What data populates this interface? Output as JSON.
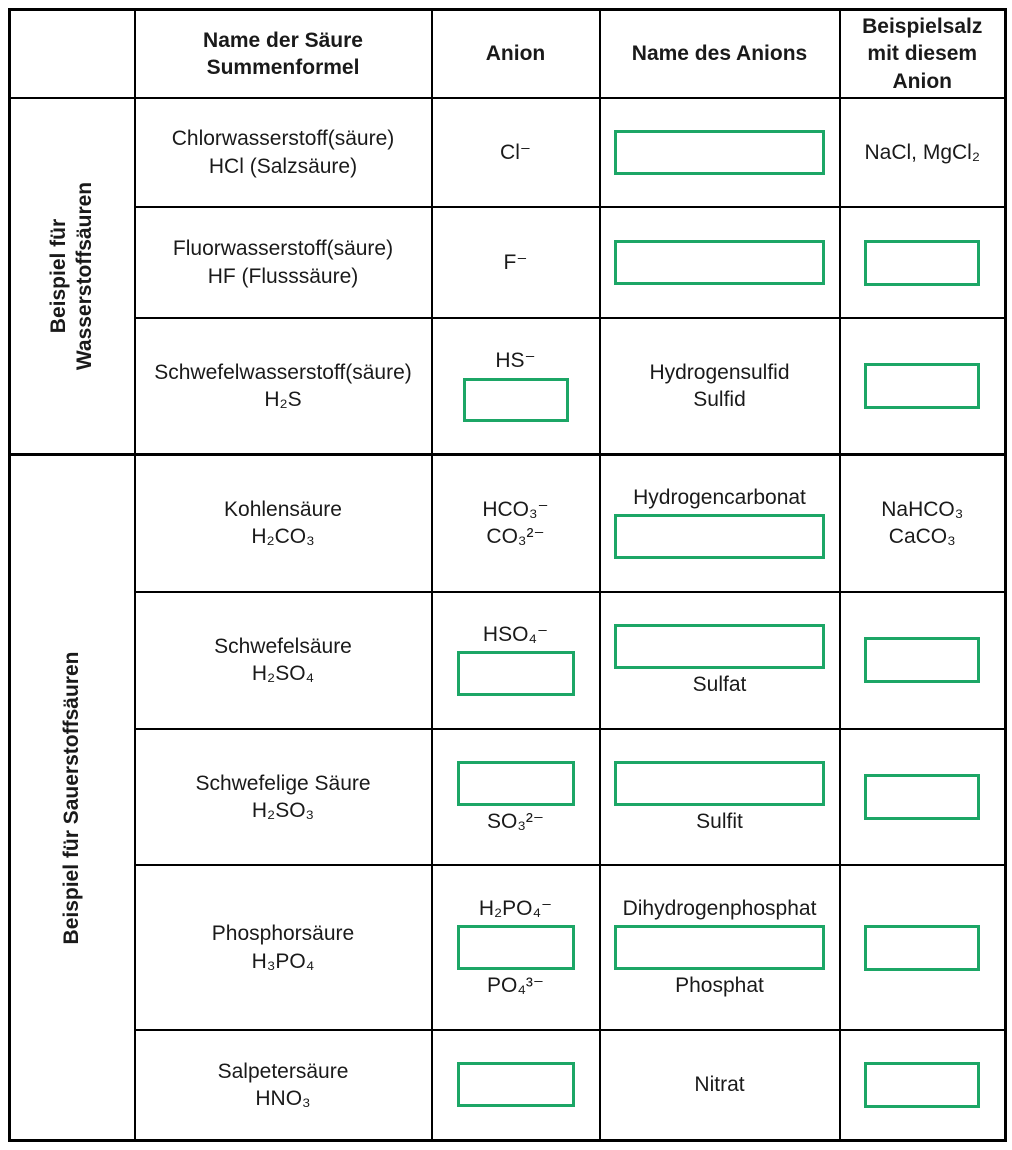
{
  "colors": {
    "box_border": "#1CA666",
    "grid_border": "#000000",
    "text": "#1A1A1A"
  },
  "table": {
    "headers": {
      "acid": "Name der Säure\nSummenformel",
      "anion": "Anion",
      "anion_name": "Name des Anions",
      "salt": "Beispielsalz\nmit diesem\nAnion"
    },
    "groups": [
      {
        "label": "Beispiel für\nWasserstoffsäuren"
      },
      {
        "label": "Beispiel für Sauerstoffsäuren"
      }
    ],
    "rows": [
      {
        "acid": "Chlorwasserstoff(säure)\nHCl (Salzsäure)",
        "anion": "Cl⁻",
        "salt": "NaCl, MgCl₂"
      },
      {
        "acid": "Fluorwasserstoff(säure)\nHF (Flusssäure)",
        "anion": "F⁻"
      },
      {
        "acid": "Schwefelwasserstoff(säure)\nH₂S",
        "anion_top": "HS⁻",
        "anion_name": "Hydrogensulfid\nSulfid"
      },
      {
        "acid": "Kohlensäure\nH₂CO₃",
        "anion": "HCO₃⁻\nCO₃²⁻",
        "name_top": "Hydrogencarbonat",
        "salt": "NaHCO₃\nCaCO₃"
      },
      {
        "acid": "Schwefelsäure\nH₂SO₄",
        "anion_top": "HSO₄⁻",
        "name_bottom": "Sulfat"
      },
      {
        "acid": "Schwefelige Säure\nH₂SO₃",
        "anion_bottom": "SO₃²⁻",
        "name_bottom": "Sulfit"
      },
      {
        "acid": "Phosphorsäure\nH₃PO₄",
        "anion_top": "H₂PO₄⁻",
        "anion_bottom": "PO₄³⁻",
        "name_top": "Dihydrogenphosphat",
        "name_bottom": "Phosphat"
      },
      {
        "acid": "Salpetersäure\nHNO₃",
        "anion_name": "Nitrat"
      }
    ]
  }
}
